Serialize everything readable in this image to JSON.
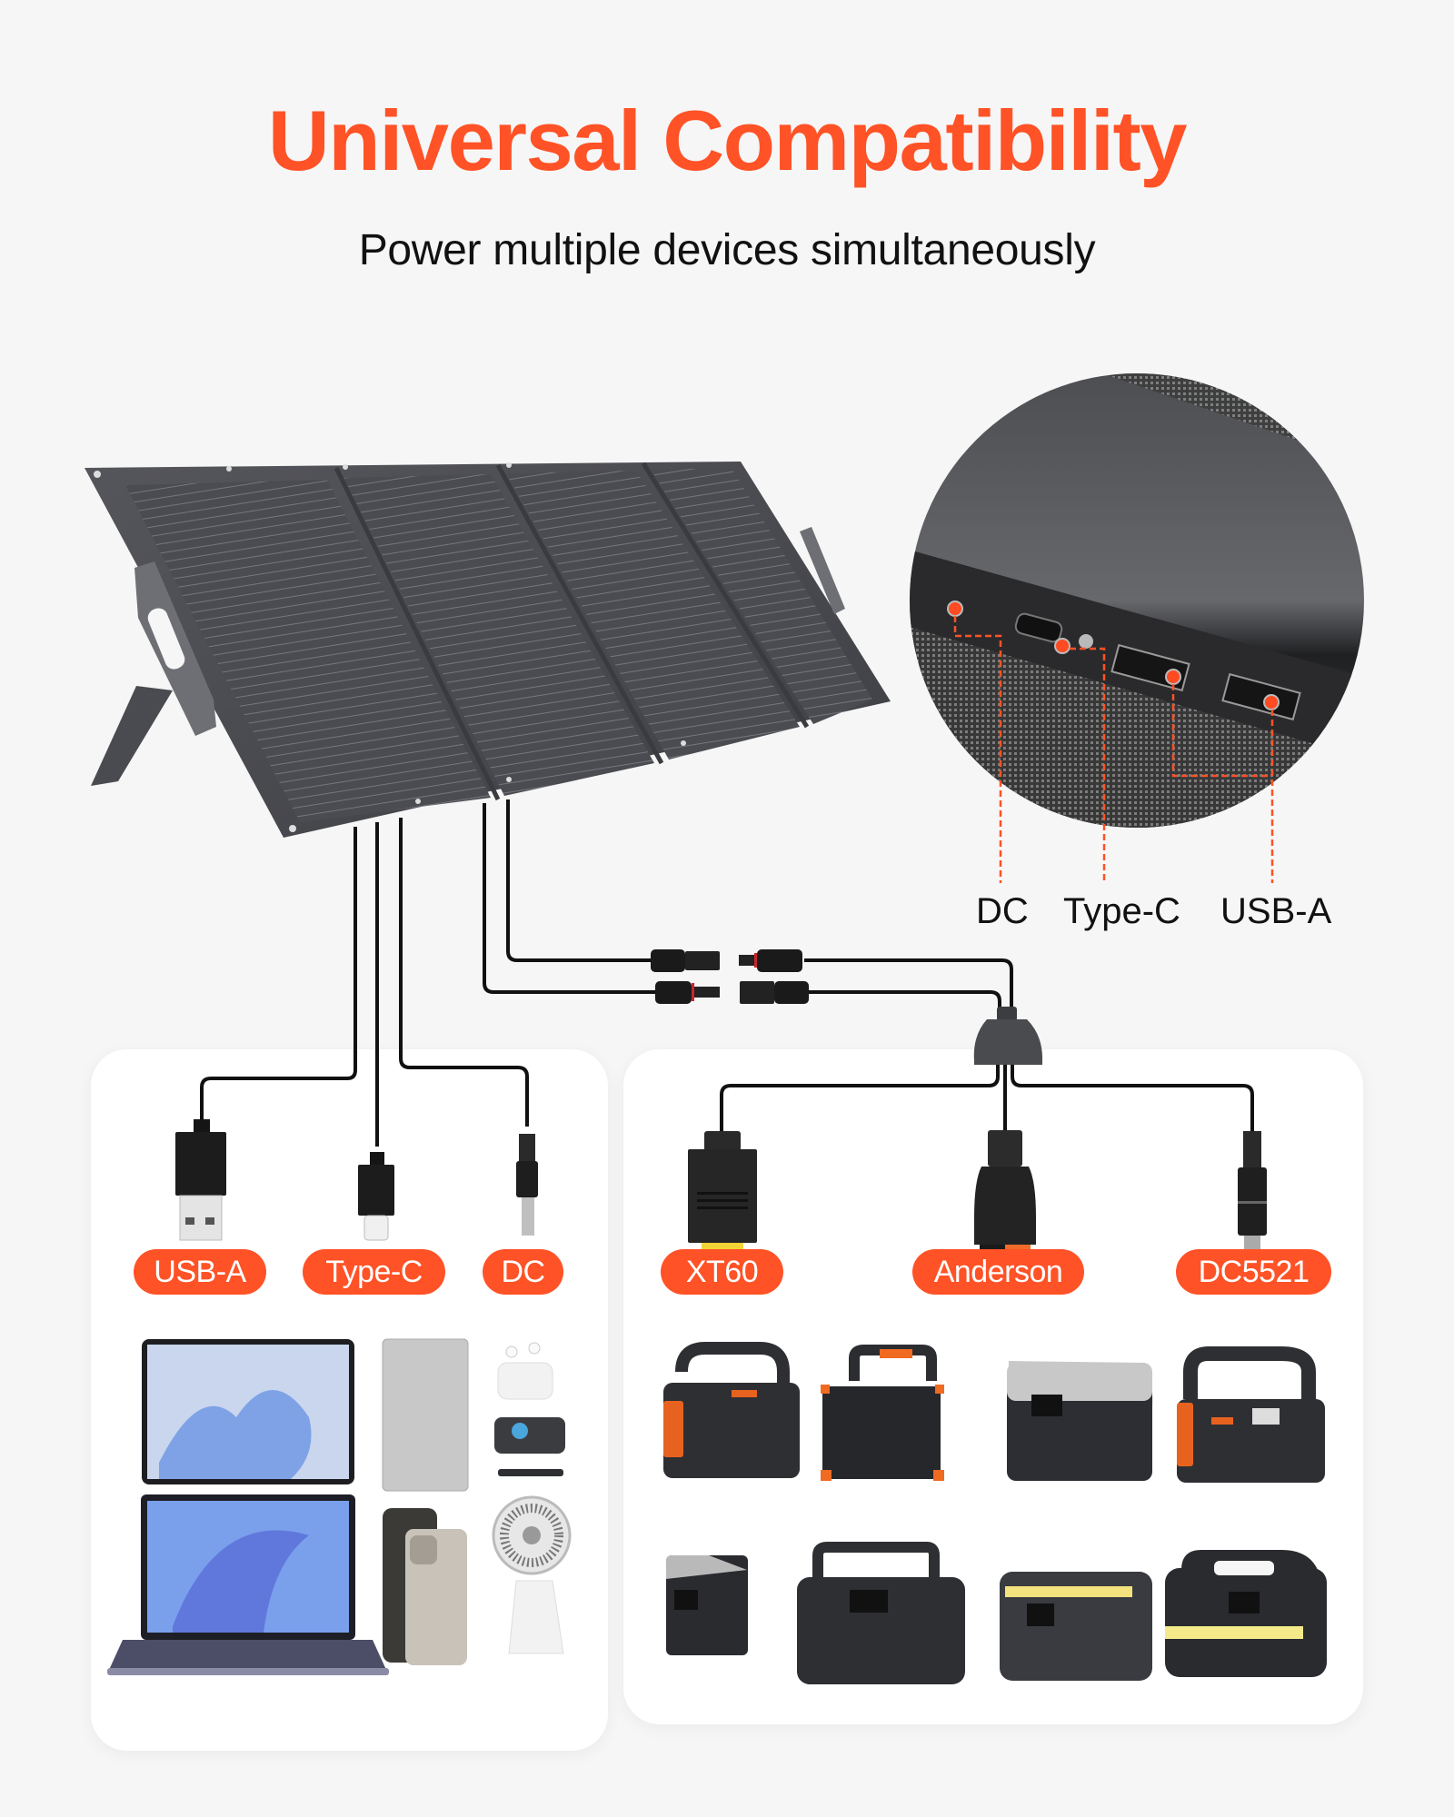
{
  "header": {
    "title": "Universal Compatibility",
    "subtitle": "Power multiple devices simultaneously"
  },
  "colors": {
    "accent": "#ff5226",
    "background": "#f6f6f6",
    "card": "#ffffff",
    "panel": "#4a4b50",
    "cable": "#111111"
  },
  "port_callout": {
    "labels": [
      "DC",
      "Type-C",
      "USB-A"
    ]
  },
  "left_card": {
    "connectors": [
      {
        "label": "USB-A",
        "icon": "usb-a-plug-icon"
      },
      {
        "label": "Type-C",
        "icon": "usb-c-plug-icon"
      },
      {
        "label": "DC",
        "icon": "dc-barrel-plug-icon"
      }
    ],
    "devices": [
      "tablet",
      "power-bank",
      "earbuds",
      "projector",
      "laptop",
      "smartphone",
      "clip-fan"
    ]
  },
  "right_card": {
    "connectors": [
      {
        "label": "XT60",
        "icon": "xt60-plug-icon"
      },
      {
        "label": "Anderson",
        "icon": "anderson-plug-icon"
      },
      {
        "label": "DC5521",
        "icon": "dc5521-plug-icon"
      }
    ],
    "devices": [
      "power-station-1",
      "power-station-2",
      "power-station-3",
      "power-station-4",
      "power-station-5",
      "power-station-6",
      "power-station-7",
      "power-station-8"
    ]
  }
}
